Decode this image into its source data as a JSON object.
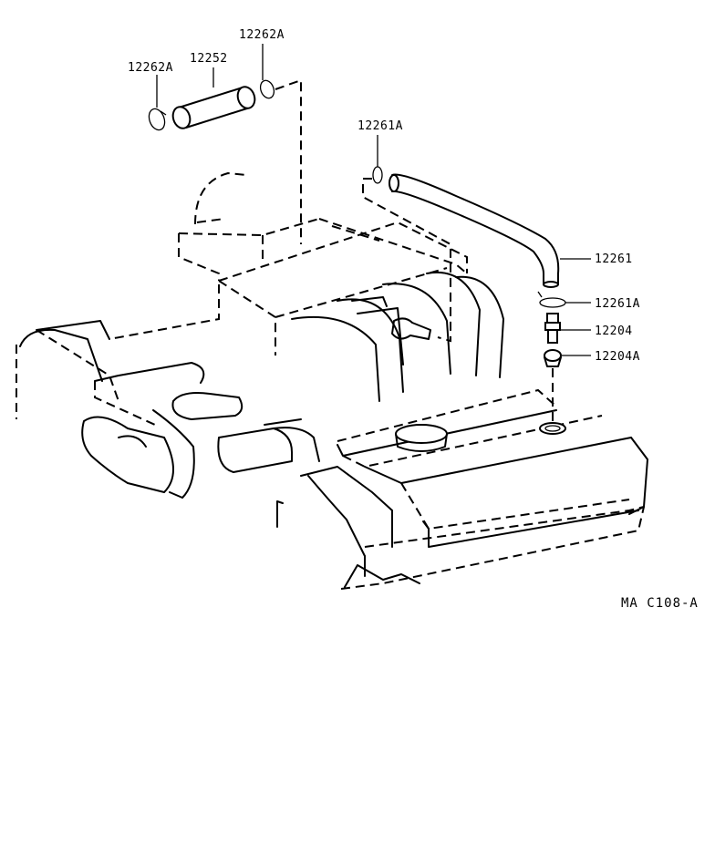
{
  "diagram": {
    "reference_code": "MA C108-A",
    "labels": {
      "clamp_left": "12262A",
      "hose_top": "12252",
      "clamp_right": "12262A",
      "clamp_upper": "12261A",
      "hose_main": "12261",
      "clamp_lower": "12261A",
      "pcv_valve": "12204",
      "grommet": "12204A"
    }
  }
}
